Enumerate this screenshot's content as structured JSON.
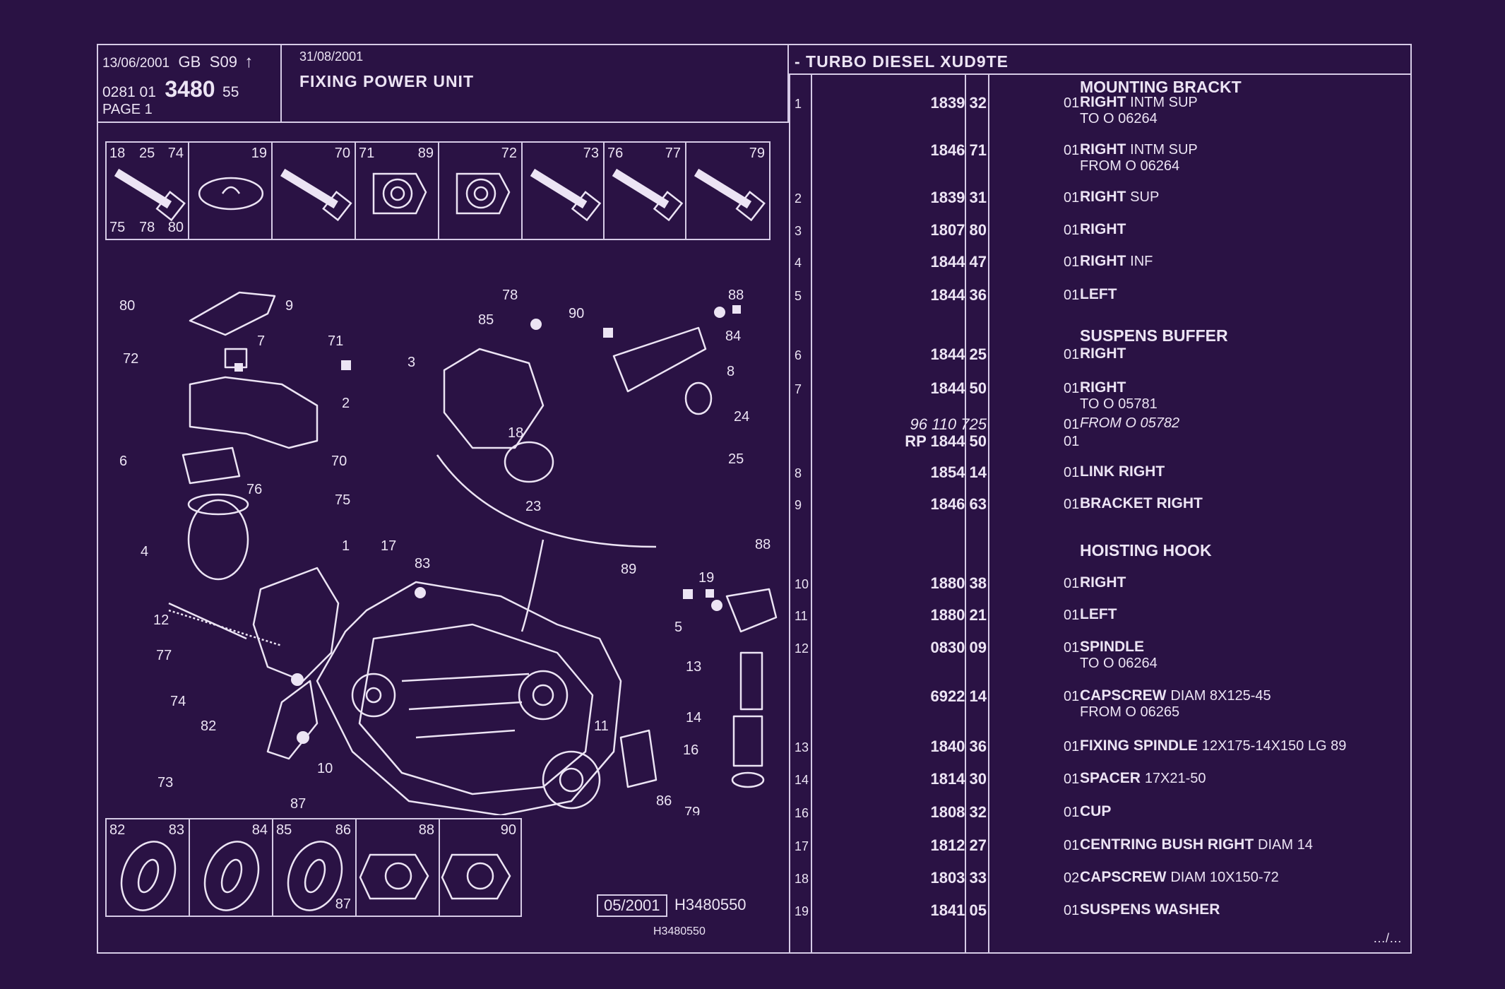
{
  "header": {
    "date_left": "13/06/2001",
    "region": "GB",
    "season": "S09",
    "arrow": "↑",
    "code_prefix": "0281 01",
    "code_main": "3480",
    "code_suffix": "55",
    "page": "PAGE 1",
    "date_right": "31/08/2001",
    "title": "FIXING POWER UNIT",
    "engine": "- TURBO DIESEL XUD9TE"
  },
  "thumbs_top": [
    {
      "tl": "18",
      "tm": "25",
      "tr": "74",
      "bl": "75",
      "bm": "78",
      "br": "80"
    },
    {
      "tr": "19"
    },
    {
      "tr": "70"
    },
    {
      "tl": "71",
      "tr": "89"
    },
    {
      "tr": "72"
    },
    {
      "tr": "73"
    },
    {
      "tl": "76",
      "tr": "77"
    },
    {
      "tr": "79"
    }
  ],
  "thumbs_bottom": [
    {
      "tl": "82",
      "tr": "83"
    },
    {
      "tr": "84"
    },
    {
      "tl": "85",
      "tr": "86",
      "br": "87"
    },
    {
      "tr": "88"
    },
    {
      "tr": "90"
    }
  ],
  "callouts": [
    "80",
    "9",
    "7",
    "71",
    "72",
    "2",
    "6",
    "70",
    "4",
    "76",
    "75",
    "1",
    "17",
    "83",
    "12",
    "77",
    "74",
    "82",
    "73",
    "10",
    "87",
    "3",
    "85",
    "78",
    "90",
    "88",
    "84",
    "8",
    "18",
    "24",
    "25",
    "23",
    "89",
    "19",
    "88",
    "5",
    "13",
    "14",
    "16",
    "11",
    "86",
    "79"
  ],
  "footer": {
    "date_box": "05/2001",
    "ref": "H3480550",
    "ref_small": "H3480550",
    "continue": "…/…"
  },
  "parts": [
    {
      "group": "MOUNTING BRACKT"
    },
    {
      "idx": "1",
      "ref": "1839 32",
      "qty": "01",
      "desc": "RIGHT",
      "desc2": "INTM SUP",
      "sub": "TO  O  06264"
    },
    {
      "idx": "",
      "ref": "1846 71",
      "qty": "01",
      "desc": "RIGHT",
      "desc2": "INTM SUP",
      "sub": "FROM  O  06264"
    },
    {
      "idx": "2",
      "ref": "1839 31",
      "qty": "01",
      "desc": "RIGHT",
      "desc2": "SUP"
    },
    {
      "idx": "3",
      "ref": "1807 80",
      "qty": "01",
      "desc": "RIGHT"
    },
    {
      "idx": "4",
      "ref": "1844 47",
      "qty": "01",
      "desc": "RIGHT",
      "desc2": "INF"
    },
    {
      "idx": "5",
      "ref": "1844 36",
      "qty": "01",
      "desc": "LEFT"
    },
    {
      "group": "SUSPENS BUFFER"
    },
    {
      "idx": "6",
      "ref": "1844 25",
      "qty": "01",
      "desc": "RIGHT"
    },
    {
      "idx": "7",
      "ref": "1844 50",
      "qty": "01",
      "desc": "RIGHT",
      "sub": "TO  O  05781"
    },
    {
      "idx": "",
      "ref": "96 110 725",
      "qty": "01",
      "sub": "FROM  O  05782"
    },
    {
      "idx": "",
      "ref": "RP  1844 50",
      "qty": "01"
    },
    {
      "idx": "8",
      "ref": "1854 14",
      "qty": "01",
      "desc": "LINK RIGHT"
    },
    {
      "idx": "9",
      "ref": "1846 63",
      "qty": "01",
      "desc": "BRACKET RIGHT"
    },
    {
      "group": "HOISTING HOOK"
    },
    {
      "idx": "10",
      "ref": "1880 38",
      "qty": "01",
      "desc": "RIGHT"
    },
    {
      "idx": "11",
      "ref": "1880 21",
      "qty": "01",
      "desc": "LEFT"
    },
    {
      "idx": "12",
      "ref": "0830 09",
      "qty": "01",
      "desc": "SPINDLE",
      "sub": "TO  O  06264"
    },
    {
      "idx": "",
      "ref": "6922 14",
      "qty": "01",
      "desc": "CAPSCREW",
      "desc2": "DIAM  8X125-45",
      "sub": "FROM  O  06265"
    },
    {
      "idx": "13",
      "ref": "1840 36",
      "qty": "01",
      "desc": "FIXING SPINDLE",
      "desc2": "12X175-14X150  LG 89"
    },
    {
      "idx": "14",
      "ref": "1814 30",
      "qty": "01",
      "desc": "SPACER",
      "desc2": "17X21-50"
    },
    {
      "idx": "16",
      "ref": "1808 32",
      "qty": "01",
      "desc": "CUP"
    },
    {
      "idx": "17",
      "ref": "1812 27",
      "qty": "01",
      "desc": "CENTRING BUSH RIGHT",
      "desc2": "DIAM 14"
    },
    {
      "idx": "18",
      "ref": "1803 33",
      "qty": "02",
      "desc": "CAPSCREW",
      "desc2": "DIAM  10X150-72"
    },
    {
      "idx": "19",
      "ref": "1841 05",
      "qty": "01",
      "desc": "SUSPENS WASHER"
    }
  ]
}
